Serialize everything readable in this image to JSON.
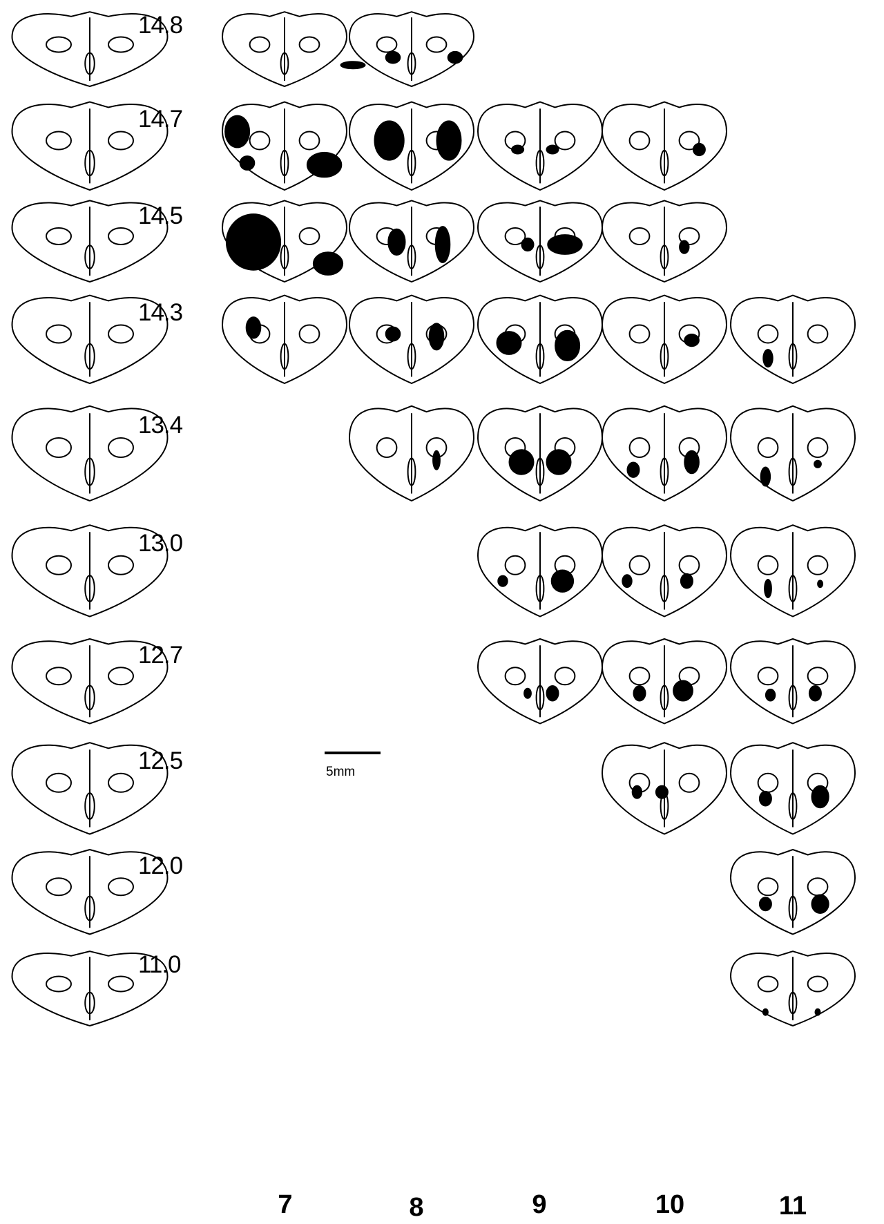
{
  "levels": [
    "14.8",
    "14.7",
    "14.5",
    "14.3",
    "13.4",
    "13.0",
    "12.7",
    "12.5",
    "12.0",
    "11.0"
  ],
  "columns": [
    "7",
    "8",
    "9",
    "10",
    "11"
  ],
  "scale_bar": {
    "label": "5mm",
    "value_mm": 5
  },
  "panel_grid": [
    {
      "level": "14.8",
      "subjects": [
        "7",
        "8"
      ]
    },
    {
      "level": "14.7",
      "subjects": [
        "7",
        "8",
        "9",
        "10"
      ]
    },
    {
      "level": "14.5",
      "subjects": [
        "7",
        "8",
        "9",
        "10"
      ]
    },
    {
      "level": "14.3",
      "subjects": [
        "7",
        "8",
        "9",
        "10",
        "11"
      ]
    },
    {
      "level": "13.4",
      "subjects": [
        "8",
        "9",
        "10",
        "11"
      ]
    },
    {
      "level": "13.0",
      "subjects": [
        "9",
        "10",
        "11"
      ]
    },
    {
      "level": "12.7",
      "subjects": [
        "9",
        "10",
        "11"
      ]
    },
    {
      "level": "12.5",
      "subjects": [
        "10",
        "11"
      ]
    },
    {
      "level": "12.0",
      "subjects": [
        "11"
      ]
    },
    {
      "level": "11.0",
      "subjects": [
        "11"
      ]
    }
  ],
  "colors": {
    "ink": "#000000",
    "background": "#ffffff"
  }
}
